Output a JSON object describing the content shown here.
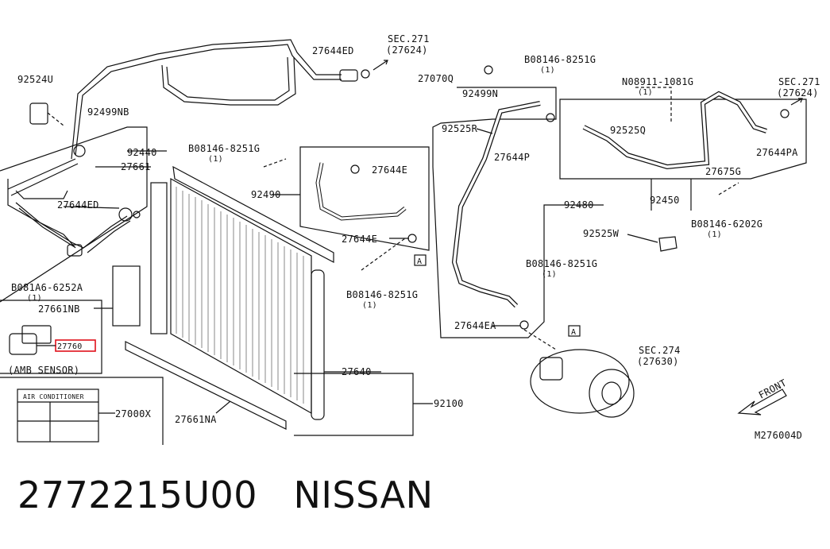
{
  "colors": {
    "ink": "#111111",
    "highlight": "#e0101a",
    "background": "#ffffff"
  },
  "labels": {
    "sec271_top": "SEC.271",
    "sec271_top_sub": "(27624)",
    "p27644ED_top": "27644ED",
    "p92524U": "92524U",
    "p92499NB": "92499NB",
    "p92440": "92440",
    "p27661": "27661",
    "bolt1": "B08146-8251G",
    "bolt1_qty": "(1)",
    "p27644E_a": "27644E",
    "p92490": "92490",
    "p27644ED_left": "27644ED",
    "p27644E_b": "27644E",
    "bolt_left": "B081A6-6252A",
    "bolt_left_qty": "(1)",
    "p27661NB": "27661NB",
    "p27760": "27760",
    "amb_sensor": "(AMB SENSOR)",
    "air_cond": "AIR CONDITIONER",
    "p27000X": "27000X",
    "p27661NA": "27661NA",
    "p27640": "27640",
    "p92100": "92100",
    "bolt2": "B08146-8251G",
    "bolt2_qty": "(1)",
    "p27070Q": "27070Q",
    "p92499N": "92499N",
    "p92525R": "92525R",
    "p27644P": "27644P",
    "bolt3": "B08146-8251G",
    "bolt3_qty": "(1)",
    "nut": "N08911-1081G",
    "nut_qty": "(1)",
    "p92525Q": "92525Q",
    "sec271_right": "SEC.271",
    "sec271_right_sub": "(27624)",
    "p27644PA": "27644PA",
    "p27675G": "27675G",
    "p92450": "92450",
    "p92480": "92480",
    "bolt4": "B08146-6202G",
    "bolt4_qty": "(1)",
    "p92525W": "92525W",
    "bolt5": "B08146-8251G",
    "bolt5_qty": "(1)",
    "p27644EA": "27644EA",
    "ref_a1": "A",
    "ref_a2": "A",
    "sec274": "SEC.274",
    "sec274_sub": "(27630)",
    "front": "FRONT",
    "diagram_code": "M276004D"
  },
  "caption": {
    "part_number": "2772215U00",
    "brand": "NISSAN"
  }
}
